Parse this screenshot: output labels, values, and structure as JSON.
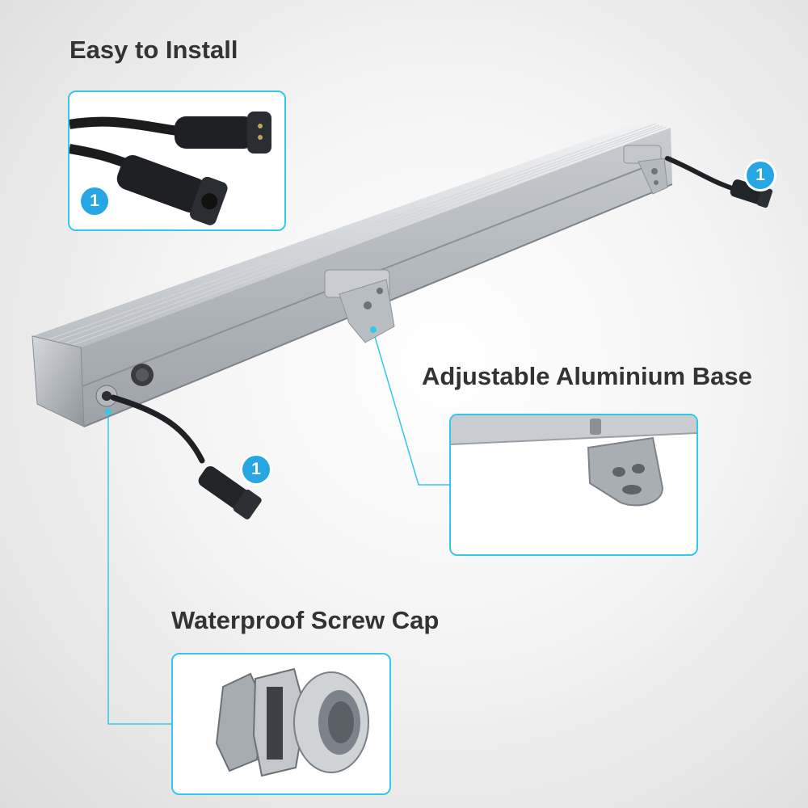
{
  "labels": {
    "easy_to_install": "Easy to Install",
    "adjustable_base": "Adjustable Aluminium Base",
    "waterproof_cap": "Waterproof Screw Cap"
  },
  "badges": {
    "inset": "1",
    "right_connector": "1",
    "left_connector": "1"
  },
  "colors": {
    "accent": "#34c8e8",
    "badge": "#26a7e3",
    "heading": "#333333"
  },
  "icons": {
    "inset_install": "connector-plug-icon",
    "inset_base": "mounting-bracket-icon",
    "inset_cap": "cable-gland-icon"
  }
}
